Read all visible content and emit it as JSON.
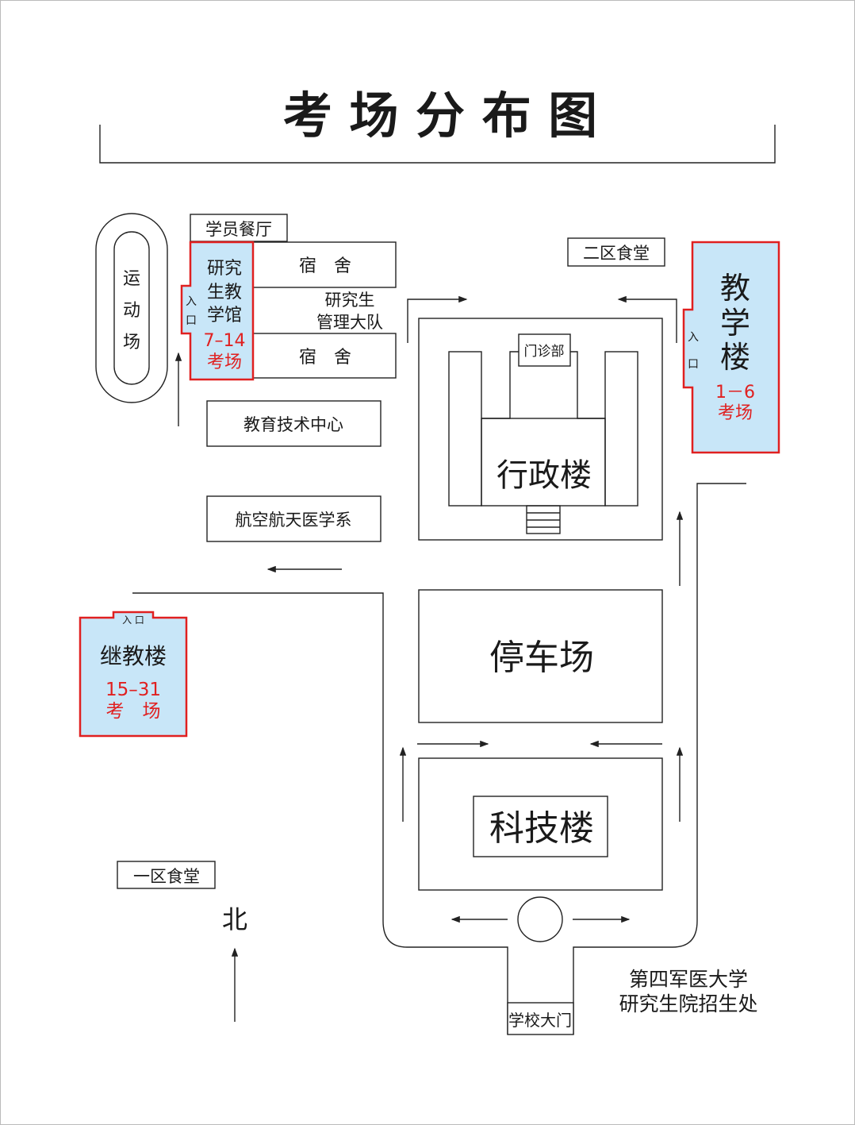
{
  "title": "考 场 分 布 图",
  "colors": {
    "exam_fill": "#c8e6f8",
    "exam_border": "#e02020",
    "exam_text": "#e02020"
  },
  "buildings": {
    "track": [
      "运",
      "动",
      "场"
    ],
    "canteen_students": "学员餐厅",
    "grad_teaching_hall": {
      "lines": [
        "研究",
        "生教",
        "学馆"
      ],
      "rooms": "7–14",
      "rooms_label": "考场",
      "entrance": [
        "入",
        "口"
      ]
    },
    "dorm_top": "宿　舍",
    "dorm_bottom": "宿　舍",
    "grad_brigade": [
      "研究生",
      "管理大队"
    ],
    "edu_tech_center": "教育技术中心",
    "aerospace_dept": "航空航天医学系",
    "clinic": "门诊部",
    "admin_building": "行政楼",
    "canteen_zone2": "二区食堂",
    "teaching_building": {
      "lines": [
        "教",
        "学",
        "楼"
      ],
      "rooms": "1－6",
      "rooms_label": "考场",
      "entrance": [
        "入",
        "口"
      ]
    },
    "parking": "停车场",
    "tech_building": "科技楼",
    "continuing_edu": {
      "name": "继教楼",
      "rooms": "15–31",
      "rooms_label": "考　场",
      "entrance": "入 口"
    },
    "canteen_zone1": "一区食堂",
    "main_gate": "学校大门"
  },
  "north_label": "北",
  "footer": [
    "第四军医大学",
    "研究生院招生处"
  ]
}
